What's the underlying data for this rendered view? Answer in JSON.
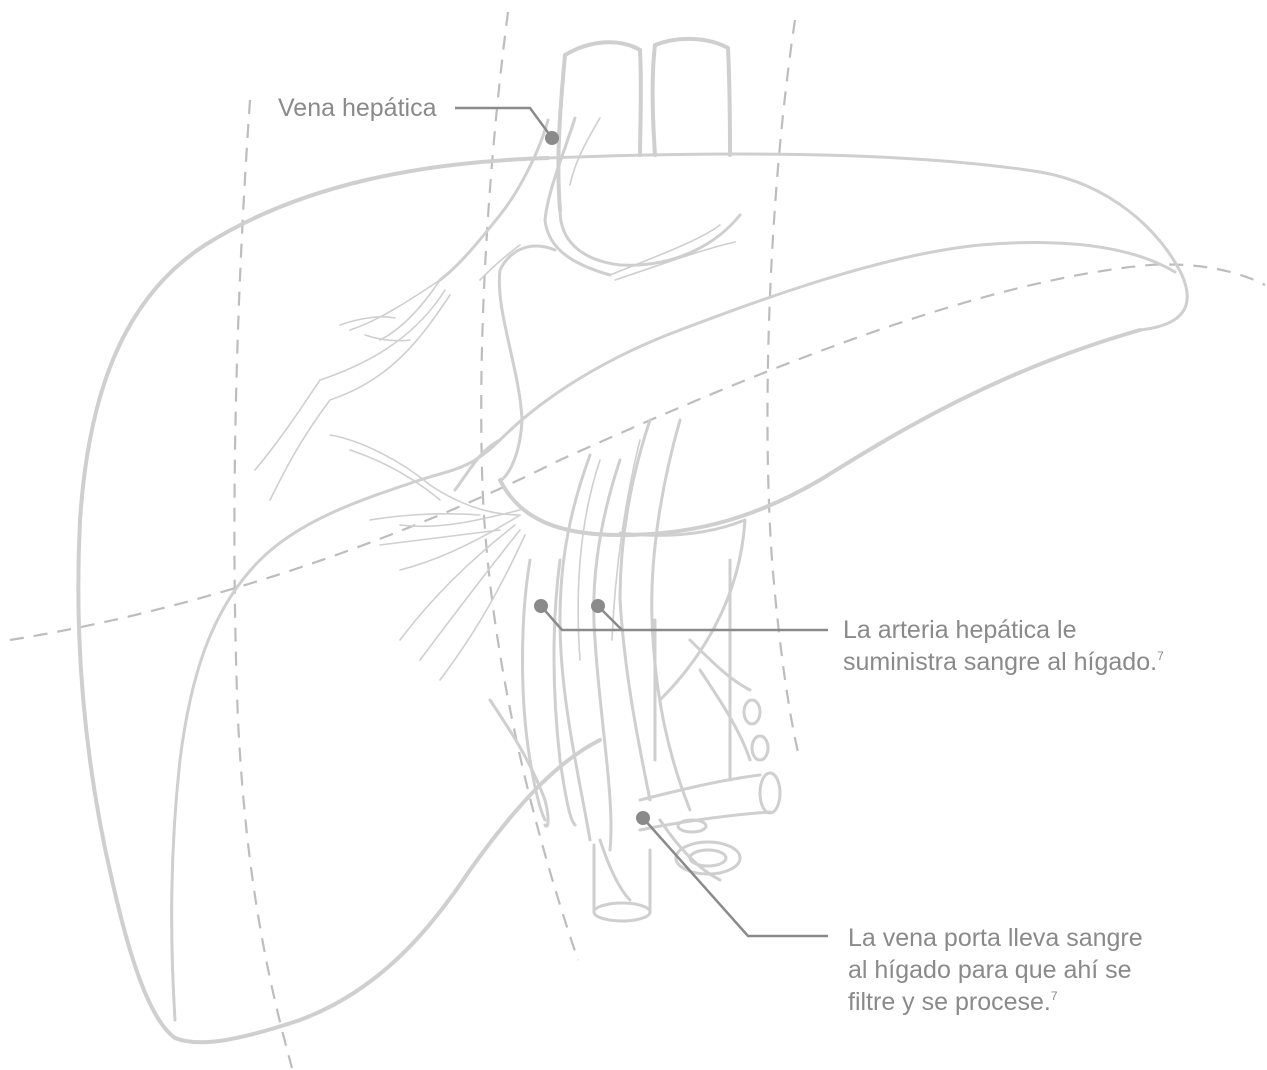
{
  "labels": {
    "hepatic_vein": "Vena hepática",
    "hepatic_artery_line1": "La arteria hepática le",
    "hepatic_artery_line2": "suministra sangre al hígado.",
    "hepatic_artery_ref": "7",
    "portal_vein_line1": "La vena porta lleva sangre",
    "portal_vein_line2": "al hígado para que ahí se",
    "portal_vein_line3": "filtre y se procese.",
    "portal_vein_ref": "7"
  },
  "colors": {
    "organ_outline": "#cfcfcf",
    "dashed_guides": "#bdbdbd",
    "leader_and_text": "#8a8a8a",
    "background": "#ffffff"
  }
}
